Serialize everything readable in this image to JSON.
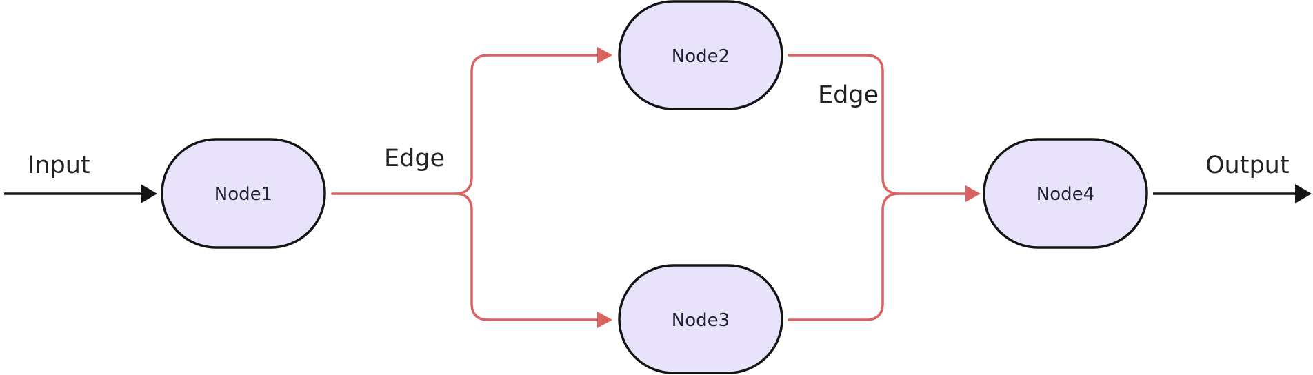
{
  "diagram": {
    "input_label": "Input",
    "output_label": "Output",
    "edge_label_split": "Edge",
    "edge_label_merge": "Edge",
    "nodes": [
      {
        "id": "node1",
        "label": "Node1"
      },
      {
        "id": "node2",
        "label": "Node2"
      },
      {
        "id": "node3",
        "label": "Node3"
      },
      {
        "id": "node4",
        "label": "Node4"
      }
    ],
    "edges": [
      {
        "from": "input",
        "to": "Node1",
        "style": "io"
      },
      {
        "from": "Node1",
        "to": "Node2",
        "style": "edge"
      },
      {
        "from": "Node1",
        "to": "Node3",
        "style": "edge"
      },
      {
        "from": "Node2",
        "to": "Node4",
        "style": "edge"
      },
      {
        "from": "Node3",
        "to": "Node4",
        "style": "edge"
      },
      {
        "from": "Node4",
        "to": "output",
        "style": "io"
      }
    ],
    "colors": {
      "node_fill": "#e8e2fb",
      "node_stroke": "#141414",
      "edge_color": "#d96363",
      "io_color": "#141414"
    }
  }
}
